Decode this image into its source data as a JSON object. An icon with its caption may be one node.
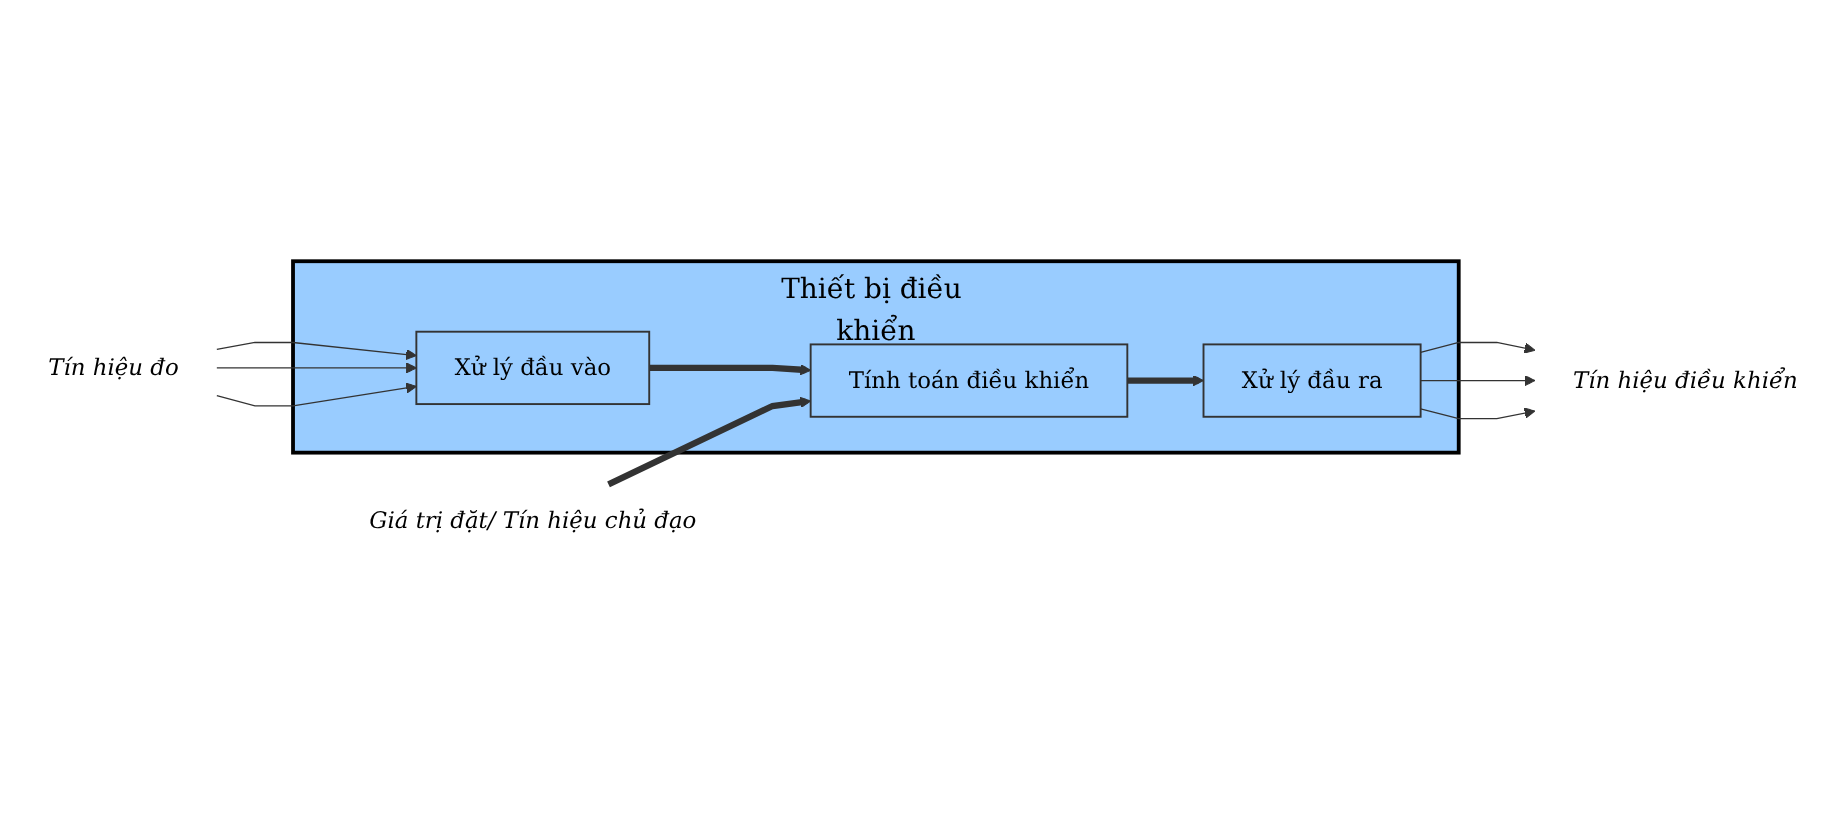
{
  "diagram": {
    "nodes": [
      {
        "text": [
          "Thiết bị điều khiển"
        ]
      },
      {
        "text": [
          "Xử lý đầu vào"
        ],
        "in": 0
      },
      {
        "text": [
          "Tính toán điều khiển"
        ],
        "in": 0
      },
      {
        "text": [
          "Xử lý đầu ra"
        ],
        "in": 0
      },
      {
        "text": [
          "Tín hiệu đo"
        ]
      },
      {
        "text": [
          "Tín hiệu điều khiển"
        ]
      },
      {
        "text": [
          "Giá trị đặt/ Tín hiệu chủ đạo"
        ]
      }
    ],
    "edges": [
      {
        "from": 4,
        "to": 1,
        "arrow": "to"
      },
      {
        "from": 4,
        "to": 1,
        "arrow": "to"
      },
      {
        "from": 4,
        "to": 1,
        "arrow": "to"
      },
      {
        "from": 1,
        "to": 2,
        "arrow": "to",
        "style": "thick"
      },
      {
        "from": 2,
        "to": 3,
        "arrow": "to",
        "style": "thick"
      },
      {
        "from": 3,
        "to": 5,
        "arrow": "to"
      },
      {
        "from": 3,
        "to": 5,
        "arrow": "to"
      },
      {
        "from": 3,
        "to": 5,
        "arrow": "to"
      },
      {
        "from": 6,
        "to": 2,
        "arrow": "to",
        "style": "thick"
      }
    ]
  }
}
